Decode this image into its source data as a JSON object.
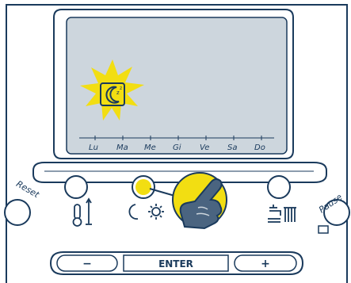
{
  "colors": {
    "ink": "#1a3a5c",
    "lcd": "#cdd6dd",
    "highlight": "#f2de12",
    "hand": "#4a6480",
    "background": "#ffffff"
  },
  "lcd": {
    "days": [
      "Lu",
      "Ma",
      "Me",
      "Gi",
      "Ve",
      "Sa",
      "Do"
    ],
    "active_icon": "night-mode-moon-icon"
  },
  "controls": {
    "reset_label": "Reset",
    "pause_label": "Pause",
    "minus_label": "−",
    "enter_label": "ENTER",
    "plus_label": "+"
  },
  "knobs": {
    "temperature_icon": "thermometer-icon",
    "mode_icon": "moon-sun-icon",
    "hot_water_icon": "tap-radiator-icon",
    "pressed": "mode-knob"
  }
}
